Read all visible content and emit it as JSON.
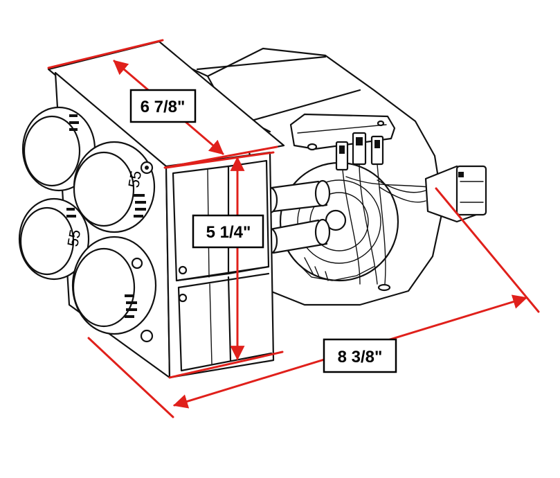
{
  "dimensions": {
    "depth": "6 7/8\"",
    "height": "5 1/4\"",
    "width": "8 3/8\""
  },
  "ports": {
    "upper_right_label": "55",
    "lower_left_label": "55"
  },
  "colors": {
    "dimension_line": "#e0201b",
    "drawing_line": "#111111",
    "background": "#ffffff"
  }
}
